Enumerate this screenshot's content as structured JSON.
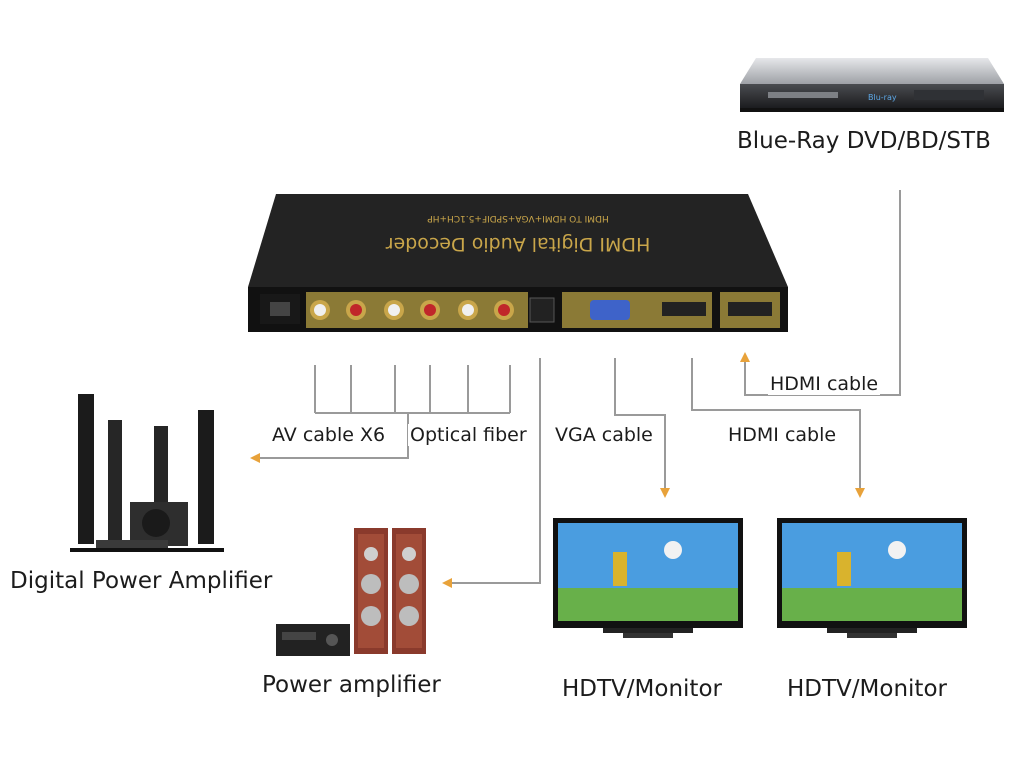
{
  "decoder": {
    "title": "HDMI Digital Audio Decoder",
    "subtitle": "HDMI TO HDMI+VGA+SPDIF+5.1CH+HP"
  },
  "devices": {
    "source": "Blue-Ray DVD/BD/STB",
    "digital_amp": "Digital Power Amplifier",
    "power_amp": "Power amplifier",
    "monitor_1": "HDTV/Monitor",
    "monitor_2": "HDTV/Monitor"
  },
  "cables": {
    "hdmi_in": "HDMI cable",
    "av": "AV cable X6",
    "optical": "Optical fiber",
    "vga": "VGA cable",
    "hdmi_out": "HDMI cable"
  },
  "colors": {
    "wire": "#9a9a9a",
    "arrow": "#e8a23a",
    "decoder_body": "#1e1e1e",
    "decoder_text": "#c9a64a"
  }
}
